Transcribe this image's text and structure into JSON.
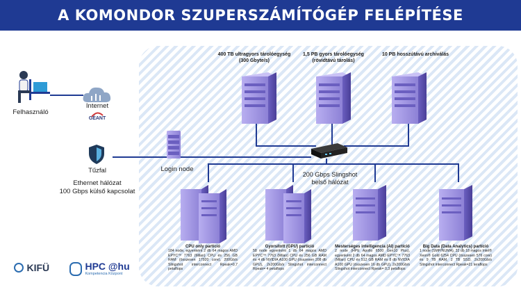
{
  "title": "A KOMONDOR SZUPERSZÁMÍTÓGÉP FELÉPÍTÉSE",
  "colors": {
    "banner": "#1f3a93",
    "server": "#9b8fdc",
    "server_dark": "#5a4fa8",
    "wire": "#1f3a93",
    "panel_stripe": "#dbe7f6"
  },
  "left": {
    "user": "Felhasználó",
    "internet": "Internet",
    "geant": "GÉANT",
    "firewall": "Tűzfal",
    "ethernet": [
      "Ethernet hálózat",
      "100 Gbps külső kapcsolat"
    ]
  },
  "login_node": "Login node",
  "storage": [
    {
      "line1": "400 TB ultragyors tárolóegység",
      "line2": "(300 Gbyte/s)"
    },
    {
      "line1": "1,5 PB gyors tárolóegység",
      "line2": "(rövidtávú tárolás)"
    },
    {
      "line1": "10 PB hosszútávú archiválás",
      "line2": ""
    }
  ],
  "slingshot": [
    "200 Gbps Slingshot",
    "belső hálózat"
  ],
  "partitions": [
    {
      "title": "CPU only partíció",
      "desc": "184 node, egyenként 2 db 64 magos AMD EPYC™ 7763 (Milan) CPU és 256 GB RAM (összesen 17920 core), 200Gb/s Slingshot interconnect Rpeak=0,7 petaflops"
    },
    {
      "title": "Gyorsított (GPU) partíció",
      "desc": "58 node egyenként 1 db 64 magos AMD EPYC™ 7763 (Milan) CPU és 256 GB RAM és 4 db NVIDIA A100 GPU (összesen 208 db GPU), 2x200Gb/s Slingshot interconnect Rpeak= 4 petaflops"
    },
    {
      "title": "Mesterséges intelligencia (AI) partíció",
      "desc": "2 node (HPE Apollo 6500 Gen10 Plus), egyenként 2 db 64 magos AMD EPYC™ 7763 (Milan) CPU és 512 GB RAM és 8 db NVIDIA A100 GPU (összesen 16 db GPU), 2x200Gb/s Slingshot interconnect Rpeak= 0,3 petaflops"
    },
    {
      "title": "Big Data (Data Analytics) partíció",
      "desc": "1 node (SMP/NUMA), 32 db 18 magos Intel® Xeon® Gold 6254 CPU (összesen 576 core) és 9 TB RAM, 2 TB SSD, 2x200Gb/s Slingshot interconnect Rpeak=21 teraflops"
    }
  ],
  "logos": {
    "kifu": "KIFÜ",
    "hpc": "HPC @hu",
    "hpc_sub": "Kompetencia Központ"
  }
}
